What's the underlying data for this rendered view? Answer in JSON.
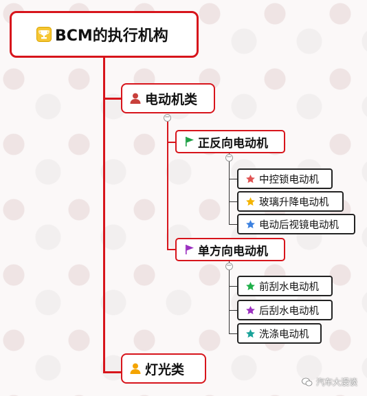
{
  "root": {
    "label": "BCM的执行机构",
    "icon": "trophy-icon"
  },
  "branches": [
    {
      "label": "电动机类",
      "icon": "person-icon",
      "icon_color": "#c8403b",
      "children": [
        {
          "label": "正反向电动机",
          "icon": "flag-icon",
          "icon_color": "#1fa046",
          "children": [
            {
              "label": "中控锁电动机",
              "icon": "star-icon",
              "icon_color": "#e05353"
            },
            {
              "label": "玻璃升降电动机",
              "icon": "star-icon",
              "icon_color": "#f4b400"
            },
            {
              "label": "电动后视镜电动机",
              "icon": "star-icon",
              "icon_color": "#3d82e0"
            }
          ]
        },
        {
          "label": "单方向电动机",
          "icon": "flag-icon",
          "icon_color": "#9b30c0",
          "children": [
            {
              "label": "前刮水电动机",
              "icon": "star-icon",
              "icon_color": "#20b04a"
            },
            {
              "label": "后刮水电动机",
              "icon": "star-icon",
              "icon_color": "#9b30c0"
            },
            {
              "label": "洗涤电动机",
              "icon": "star-icon",
              "icon_color": "#1aa39a"
            }
          ]
        }
      ]
    },
    {
      "label": "灯光类",
      "icon": "person-icon",
      "icon_color": "#f4a400",
      "children": []
    }
  ],
  "watermark": {
    "label": "汽车大漫谈",
    "icon": "wechat-icon"
  },
  "colors": {
    "primary_border": "#d7141b",
    "leaf_border": "#222222"
  }
}
